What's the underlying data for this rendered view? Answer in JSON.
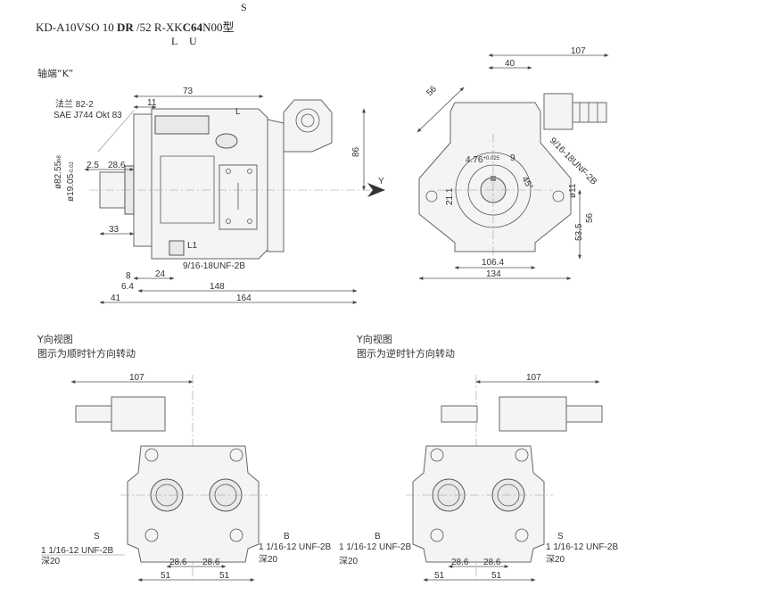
{
  "title": {
    "model_a": "KD-A10VSO 10 ",
    "model_dr": "DR",
    "model_b": " /52 R-XK",
    "model_c64": "C64",
    "model_end": "N00型",
    "row_top": "S",
    "row_bottom_l": "L",
    "row_bottom_u": "U"
  },
  "shaft_end": {
    "heading": "轴端“K”",
    "flange": "法兰 82-2",
    "sae": "SAE J744 Okt 83"
  },
  "side_view": {
    "dims": [
      "73",
      "11",
      "2.5",
      "28.6",
      "33",
      "8",
      "24",
      "6.4",
      "148",
      "41",
      "164",
      "86"
    ],
    "dia_a": "ø82.55",
    "dia_a_tol": "h8",
    "dia_b": "ø19.05",
    "dia_b_tol": "-0.02",
    "port_l": "L",
    "port_l1": "L1",
    "thread": "9/16-18UNF-2B",
    "view_arrow": "Y"
  },
  "front_view": {
    "dims": [
      "107",
      "40",
      "56",
      "4.76",
      "+0.025",
      "9",
      "45°",
      "21.1",
      "11",
      "56",
      "53.5",
      "106.4",
      "134"
    ],
    "thread": "9/16-18UNF-2B",
    "dia": "ø"
  },
  "y_views": [
    {
      "heading": "Y向视图",
      "caption": "图示为顺时针方向转动",
      "dim_top": "107",
      "left_port": "S",
      "left_thread": "1 1/16-12 UNF-2B",
      "left_depth": "深20",
      "right_port": "B",
      "right_thread": "1 1/16-12 UNF-2B",
      "right_depth": "深20",
      "dim_a": "28.6",
      "dim_b": "28.6",
      "dim_c": "51",
      "dim_d": "51"
    },
    {
      "heading": "Y向视图",
      "caption": "图示为逆时针方向转动",
      "dim_top": "107",
      "left_port": "B",
      "left_thread": "1 1/16-12 UNF-2B",
      "left_depth": "深20",
      "right_port": "S",
      "right_thread": "1 1/16-12 UNF-2B",
      "right_depth": "深20",
      "dim_a": "28.6",
      "dim_b": "28.6",
      "dim_c": "51",
      "dim_d": "51"
    }
  ]
}
